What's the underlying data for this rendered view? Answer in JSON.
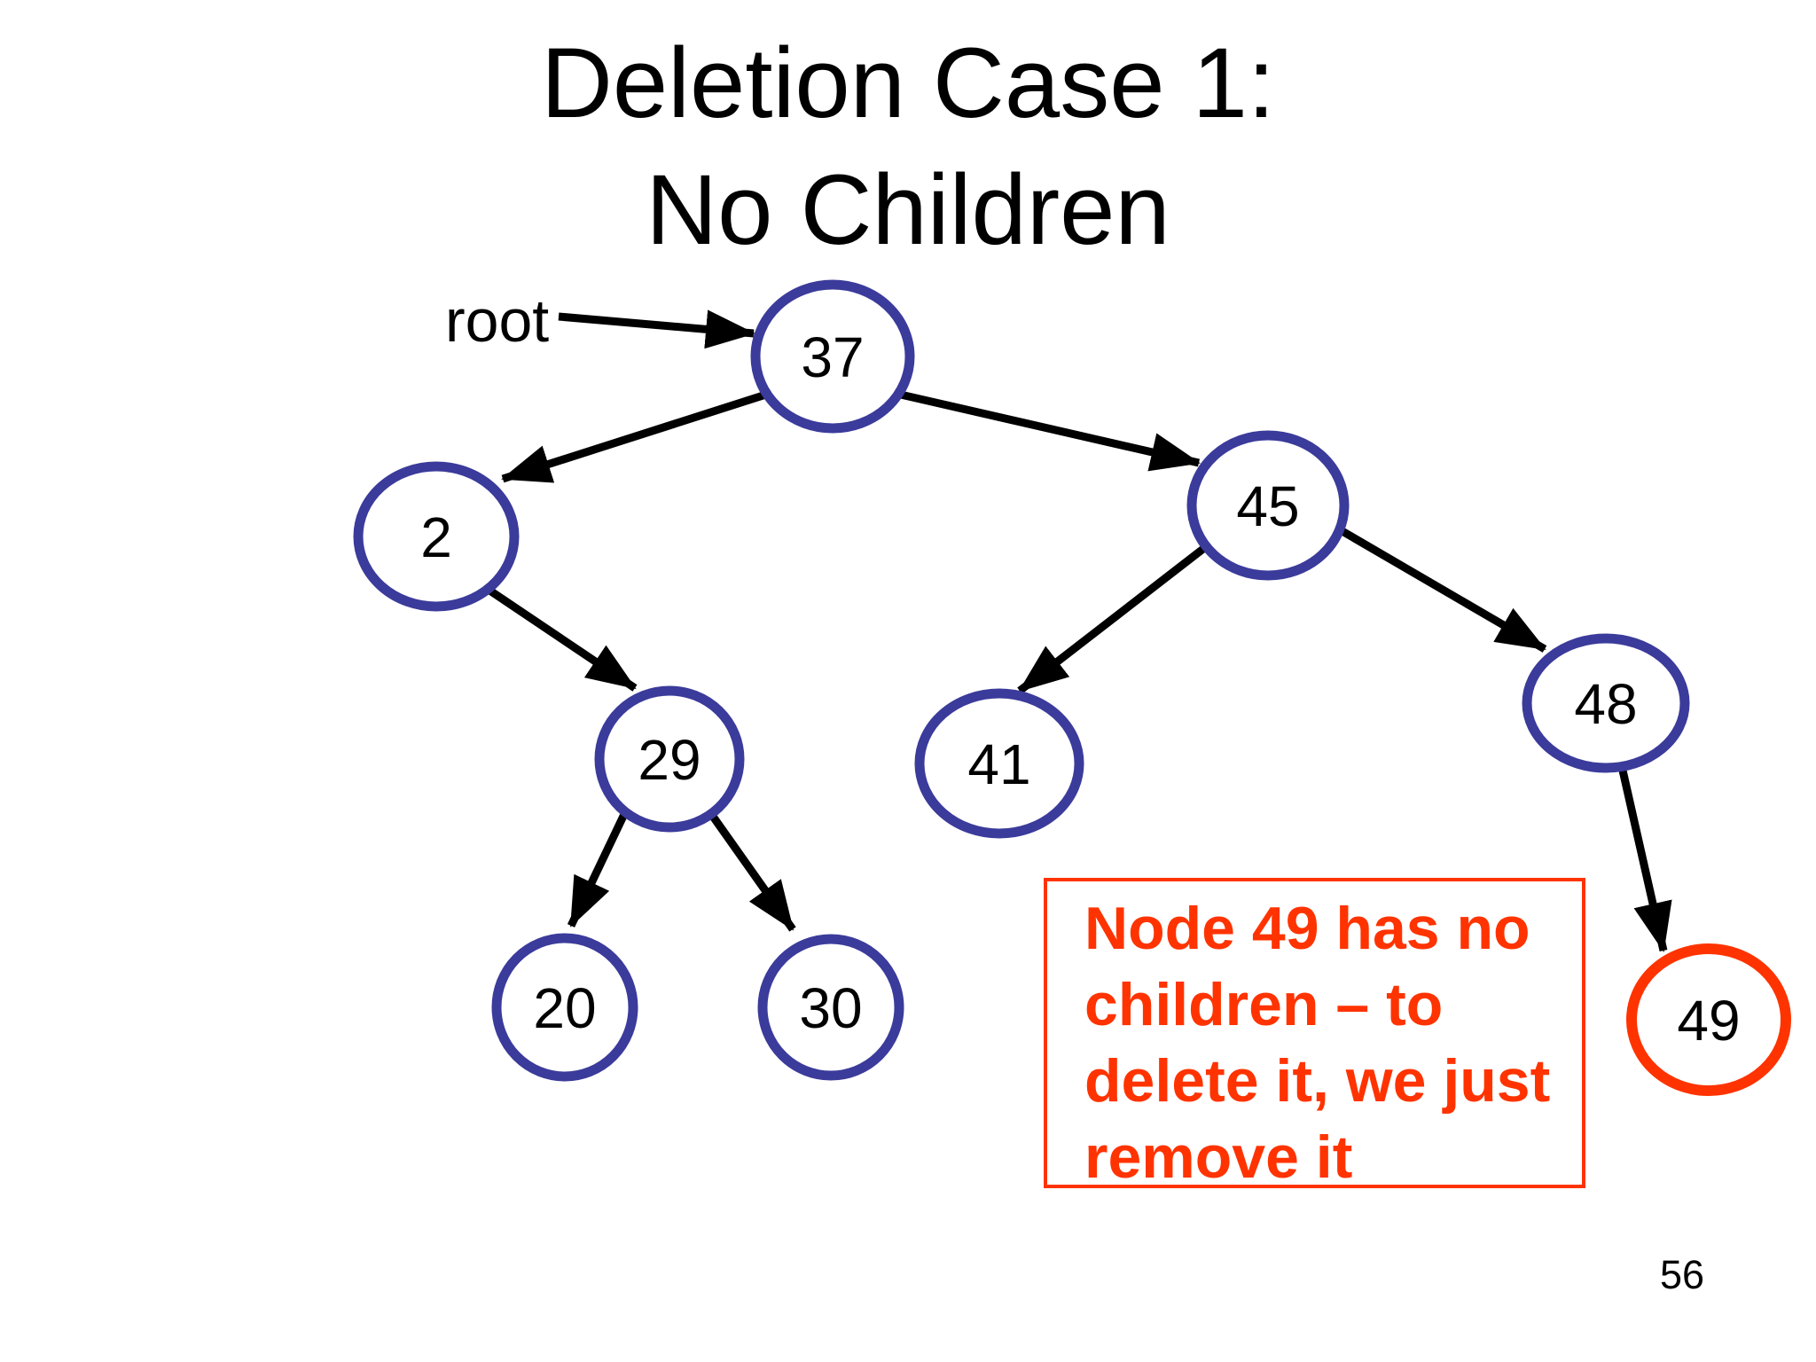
{
  "slide": {
    "title": {
      "line1": "Deletion Case 1:",
      "line2": "No Children"
    },
    "page_number": "56"
  },
  "tree": {
    "root_pointer_label": "root",
    "nodes": {
      "n37": {
        "value": "37"
      },
      "n2": {
        "value": "2"
      },
      "n45": {
        "value": "45"
      },
      "n29": {
        "value": "29"
      },
      "n41": {
        "value": "41"
      },
      "n48": {
        "value": "48"
      },
      "n20": {
        "value": "20"
      },
      "n30": {
        "value": "30"
      },
      "n49": {
        "value": "49",
        "highlighted": true
      }
    },
    "edges": [
      {
        "from": "37",
        "to": "2"
      },
      {
        "from": "37",
        "to": "45"
      },
      {
        "from": "2",
        "to": "29"
      },
      {
        "from": "45",
        "to": "41"
      },
      {
        "from": "45",
        "to": "48"
      },
      {
        "from": "29",
        "to": "20"
      },
      {
        "from": "29",
        "to": "30"
      },
      {
        "from": "48",
        "to": "49"
      }
    ]
  },
  "callout": {
    "text": "Node 49 has no\nchildren – to\ndelete it, we just\nremove it"
  },
  "colors": {
    "node_stroke_blue": "#3B3B9B",
    "highlight_red": "#FF3300",
    "arrow_black": "#000000"
  }
}
